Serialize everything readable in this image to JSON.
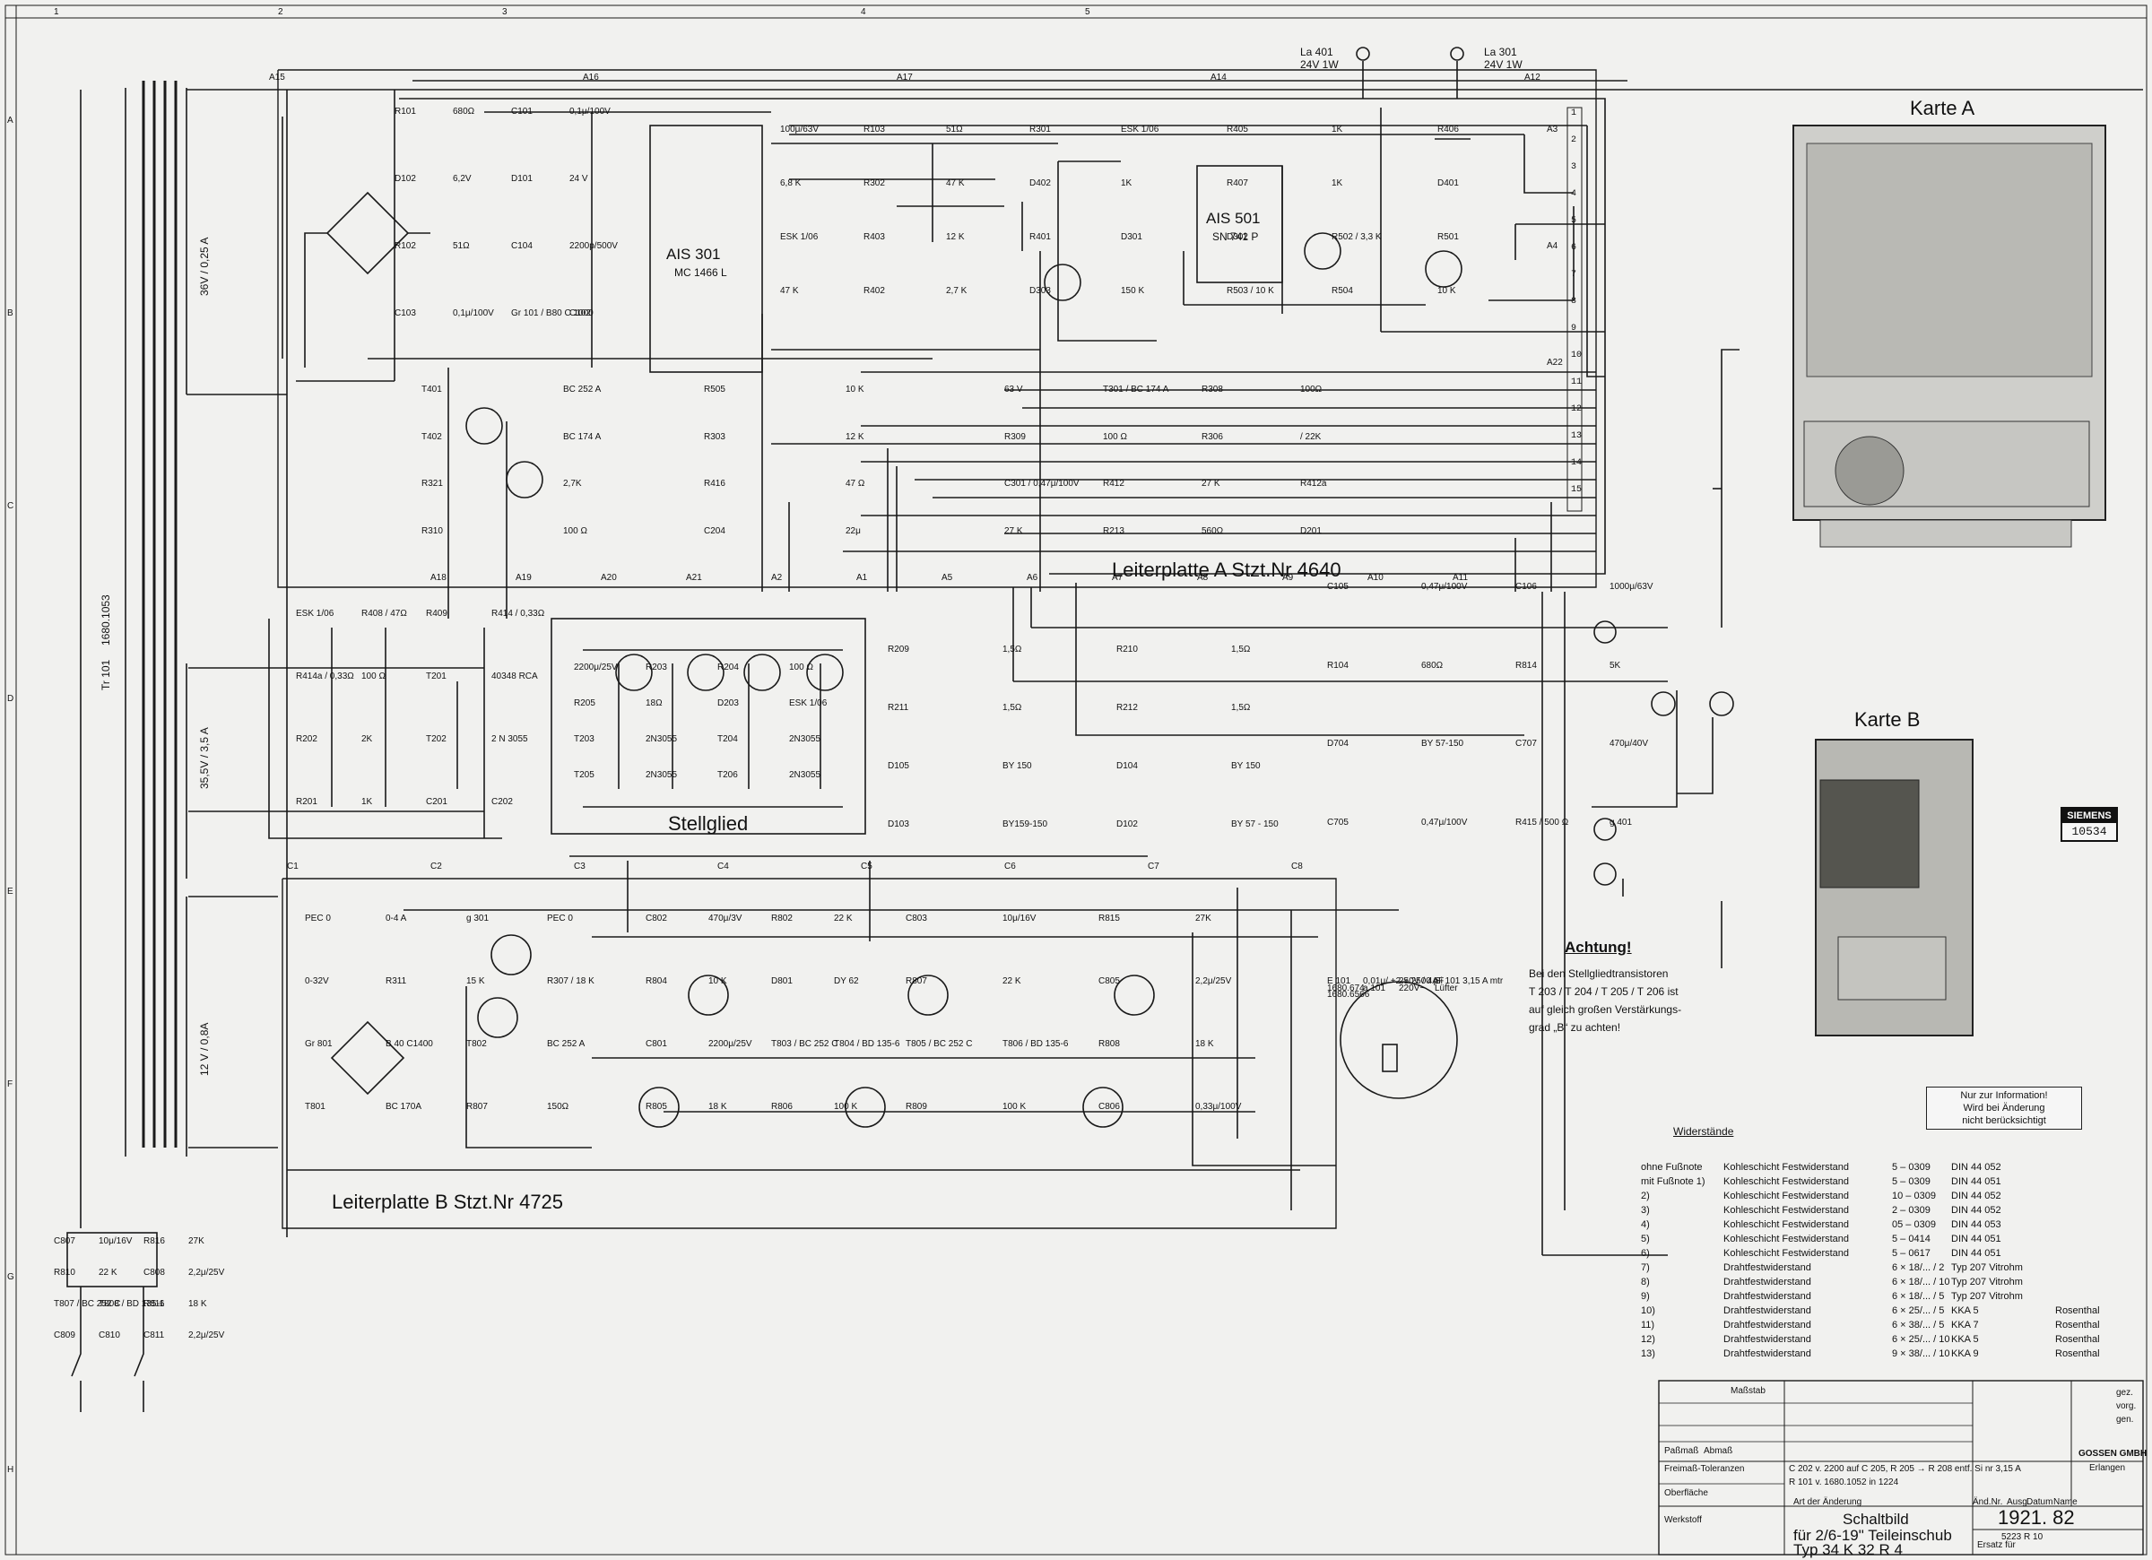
{
  "sheet": {
    "grid_top": [
      "1",
      "2",
      "3",
      "4",
      "5"
    ],
    "grid_left": [
      "A",
      "B",
      "C",
      "D",
      "E",
      "F",
      "G",
      "H"
    ]
  },
  "lamps": [
    {
      "ref": "La 401",
      "spec": "24V 1W"
    },
    {
      "ref": "La 301",
      "spec": "24V 1W"
    }
  ],
  "boards": {
    "a": "Leiterplatte  A    Stzt.Nr 4640",
    "b": "Leiterplatte B   Stzt.Nr 4725",
    "stellglied": "Stellglied"
  },
  "ics": [
    {
      "ref": "AIS 301",
      "type": "MC 1466 L"
    },
    {
      "ref": "AIS 501",
      "type": "SN 741 P"
    }
  ],
  "transformer": {
    "ref": "Tr 101",
    "part": "1680.1053",
    "w1": "36V / 0,25 A",
    "w2": "35,5V / 3,5 A",
    "w3": "12 V / 0,8A"
  },
  "components": [
    "R101",
    "680Ω",
    "C101",
    "0,1μ/100V",
    "D102",
    "6,2V",
    "D101",
    "24 V",
    "R102",
    "51Ω",
    "C104",
    "2200p/500V",
    "C103",
    "0,1μ/100V",
    "Gr 101 / B80 C 1000",
    "C102",
    "100μ/63V",
    "R103",
    "51Ω",
    "R301",
    "6,8 K",
    "R302",
    "47 K",
    "D402",
    "ESK 1/06",
    "R403",
    "12 K",
    "R401",
    "47 K",
    "R402",
    "2,7 K",
    "D303",
    "ESK 1/06",
    "R405",
    "1K",
    "R406",
    "1K",
    "R407",
    "1K",
    "D401",
    "D301",
    "D302",
    "R502 / 3,3 K",
    "R501",
    "150 K",
    "R503 / 10 K",
    "R504",
    "10 K",
    "T401",
    "BC 252 A",
    "R505",
    "10 K",
    "T402",
    "BC 174 A",
    "R303",
    "12 K",
    "R321",
    "2,7K",
    "R416",
    "47 Ω",
    "R310",
    "100 Ω",
    "C204",
    "22μ",
    "63 V",
    "T301 / BC 174 A",
    "R308",
    "100Ω",
    "R309",
    "100 Ω",
    "R306",
    "/ 22K",
    "C301 / 0,47μ/100V",
    "R412",
    "27 K",
    "R412a",
    "27 K",
    "R213",
    "560Ω",
    "D201",
    "ESK 1/06",
    "R408 / 47Ω",
    "R409",
    "R414 / 0,33Ω",
    "R414a / 0,33Ω",
    "100 Ω",
    "T201",
    "40348 RCA",
    "R202",
    "2K",
    "T202",
    "2 N 3055",
    "R201",
    "1K",
    "C201",
    "C202",
    "2200μ/25V",
    "R203",
    "R204",
    "100 Ω",
    "R205",
    "18Ω",
    "D203",
    "ESK 1/06",
    "T203",
    "2N3055",
    "T204",
    "2N3055",
    "T205",
    "2N3055",
    "T206",
    "2N3055",
    "R209",
    "1,5Ω",
    "R210",
    "1,5Ω",
    "R211",
    "1,5Ω",
    "R212",
    "1,5Ω",
    "D105",
    "BY 150",
    "D104",
    "BY 150",
    "D103",
    "BY159-150",
    "D102",
    "BY 57 - 150",
    "C105",
    "0,47μ/100V",
    "C106",
    "1000μ/63V",
    "R104",
    "680Ω",
    "R814",
    "5K",
    "D704",
    "BY 57-150",
    "C707",
    "470μ/40V",
    "C705",
    "0,47μ/100V",
    "R415 / 500 Ω",
    "g 401",
    "PEC 0",
    "0-4 A",
    "g 301",
    "PEC 0",
    "0-32V",
    "R311",
    "15 K",
    "R307 / 18 K",
    "Gr 801",
    "B 40 C1400",
    "T802",
    "BC 252 A",
    "T801",
    "BC 170A",
    "R807",
    "150Ω",
    "C802",
    "470μ/3V",
    "R802",
    "22 K",
    "R804",
    "10 K",
    "D801",
    "DY 62",
    "C801",
    "2200μ/25V",
    "T803 / BC 252 C",
    "T804 / BD 135-6",
    "R805",
    "18 K",
    "R806",
    "100 K",
    "C803",
    "10μ/16V",
    "R815",
    "27K",
    "R807",
    "22 K",
    "C805",
    "2,2μ/25V",
    "T805 / BC 252 C",
    "T806 / BD 135-6",
    "R808",
    "18 K",
    "R809",
    "100 K",
    "C806",
    "0,33μ/100V",
    "C807",
    "10μ/16V",
    "R816",
    "27K",
    "R810",
    "22 K",
    "C808",
    "2,2μ/25V",
    "T807 / BC 252 C",
    "T808 / BD 135-6",
    "R811",
    "18 K",
    "C809",
    "C810",
    "C811",
    "2,2μ/25V",
    "E 101",
    "0,01μ/ +2 × 2500 pF",
    "250V / 4A",
    "Si 101  3,15 A mtr",
    "1680.674",
    "a 101",
    "220V~",
    "Lüfter",
    "1680.6566"
  ],
  "connectors": {
    "right": [
      "1",
      "2",
      "3",
      "4",
      "5",
      "6",
      "7",
      "8",
      "9",
      "10",
      "11",
      "12",
      "13",
      "14",
      "15"
    ],
    "tags": [
      "A3",
      "A4",
      "A22",
      "A15",
      "A16",
      "A17",
      "A14",
      "A12",
      "A18",
      "A19",
      "A20",
      "A21",
      "A2",
      "A1",
      "A5",
      "A6",
      "A7",
      "A8",
      "A9",
      "A10",
      "A11",
      "C1",
      "C2",
      "C3",
      "C4",
      "C5",
      "C6",
      "C7",
      "C8"
    ]
  },
  "card_a": {
    "title": "Karte A"
  },
  "card_b": {
    "title": "Karte B"
  },
  "siemens": {
    "name": "SIEMENS",
    "number": "10534"
  },
  "note": {
    "title": "Achtung!",
    "lines": [
      "Bei den Stellgliedtransistoren",
      "T 203 / T 204 / T 205 / T 206  ist",
      "auf gleich großen  Verstärkungs-",
      "grad  „B“  zu  achten!"
    ]
  },
  "info_box": [
    "Nur zur Information!",
    "Wird bei Änderung",
    "nicht berücksichtigt"
  ],
  "legend": {
    "title": "Widerstände",
    "rows": [
      [
        "ohne Fußnote",
        "Kohleschicht  Festwiderstand",
        "5 – 0309",
        "DIN 44 052",
        ""
      ],
      [
        "mit  Fußnote   1)",
        "Kohleschicht  Festwiderstand",
        "5 – 0309",
        "DIN 44 051",
        ""
      ],
      [
        "2)",
        "Kohleschicht  Festwiderstand",
        "10 – 0309",
        "DIN 44 052",
        ""
      ],
      [
        "3)",
        "Kohleschicht  Festwiderstand",
        "2 – 0309",
        "DIN 44 052",
        ""
      ],
      [
        "4)",
        "Kohleschicht  Festwiderstand",
        "05 – 0309",
        "DIN 44 053",
        ""
      ],
      [
        "5)",
        "Kohleschicht  Festwiderstand",
        "5 – 0414",
        "DIN 44 051",
        ""
      ],
      [
        "6)",
        "Kohleschicht  Festwiderstand",
        "5 – 0617",
        "DIN 44 051",
        ""
      ],
      [
        "7)",
        "Drahtfestwiderstand",
        "6 × 18/... / 2",
        "Typ 207 Vitrohm",
        ""
      ],
      [
        "8)",
        "Drahtfestwiderstand",
        "6 × 18/... / 10",
        "Typ 207 Vitrohm",
        ""
      ],
      [
        "9)",
        "Drahtfestwiderstand",
        "6 × 18/... / 5",
        "Typ 207 Vitrohm",
        ""
      ],
      [
        "10)",
        "Drahtfestwiderstand",
        "6 × 25/... / 5",
        "KKA 5",
        "Rosenthal"
      ],
      [
        "11)",
        "Drahtfestwiderstand",
        "6 × 38/... / 5",
        "KKA 7",
        "Rosenthal"
      ],
      [
        "12)",
        "Drahtfestwiderstand",
        "6 × 25/... / 10",
        "KKA 5",
        "Rosenthal"
      ],
      [
        "13)",
        "Drahtfestwiderstand",
        "9 × 38/... / 10",
        "KKA 9",
        "Rosenthal"
      ]
    ]
  },
  "title_block": {
    "title_1": "Schaltbild",
    "title_2": "für 2/6-19\" Teileinschub",
    "title_3": "Typ  34 K 32 R 4",
    "drawing_no": "1921. 82",
    "sub_no": "5223 R 10",
    "company": "GOSSEN GMBH",
    "city": "Erlangen",
    "cells": [
      "Maßstab",
      "Paßmaß",
      "Abmaß",
      "Freimaß-Toleranzen",
      "Oberfläche",
      "Werkstoff",
      "Art der Änderung",
      "Änd.Nr.",
      "Ausg.",
      "Datum",
      "Name",
      "Ersatz für",
      "gez.",
      "vorg.",
      "gen."
    ],
    "changes": [
      "C 202 v. 2200 auf C 205, R 205 → R 208 entf. Si nr 3,15 A",
      "R 101 v. 1680.1052 in 1224"
    ]
  }
}
